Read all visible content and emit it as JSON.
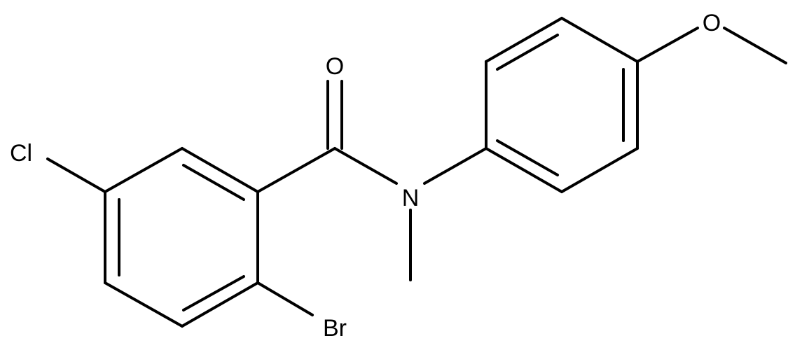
{
  "atoms": {
    "oxygen_carbonyl": "O",
    "oxygen_ether": "O",
    "nitrogen": "N",
    "chlorine": "Cl",
    "bromine": "Br"
  },
  "colors": {
    "bond": "#000000",
    "label": "#000000",
    "background": "#ffffff"
  }
}
